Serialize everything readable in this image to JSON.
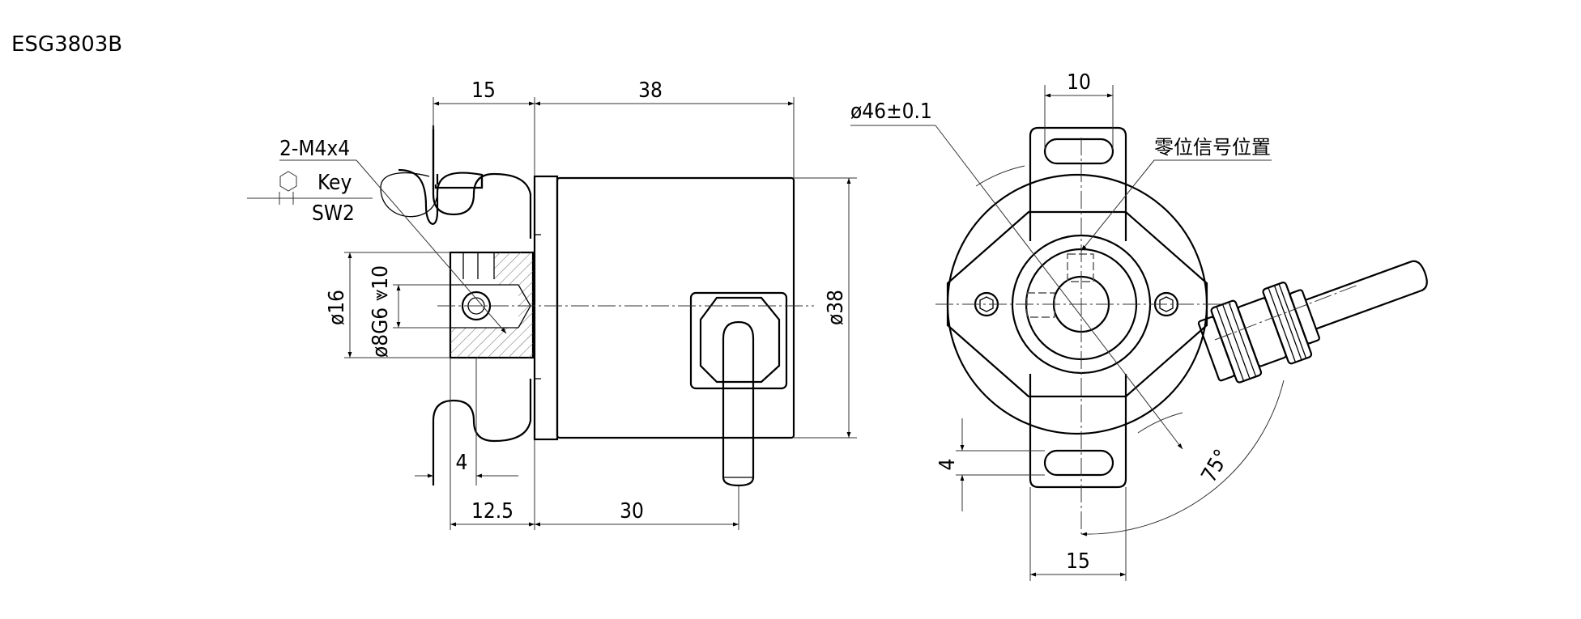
{
  "model": "ESG3803B",
  "side_view": {
    "dim_flange_thickness": "15",
    "dim_body_length": "38",
    "dim_body_dia": "ø38",
    "dim_hub_dia": "ø16",
    "dim_bore": "ø8G6 ⩔10",
    "dim_screw_offset": "4",
    "dim_hub_length": "12.5",
    "dim_cable_position": "30",
    "screw_note": "2-M4x4",
    "key_label": "Key",
    "wrench_size": "SW2"
  },
  "front_view": {
    "dim_tab_width_top": "10",
    "dim_mount_circle": "ø46±0.1",
    "zero_position_label": "零位信号位置",
    "dim_slot_width": "4",
    "dim_angle": "75°",
    "dim_tab_width_bottom": "15"
  }
}
